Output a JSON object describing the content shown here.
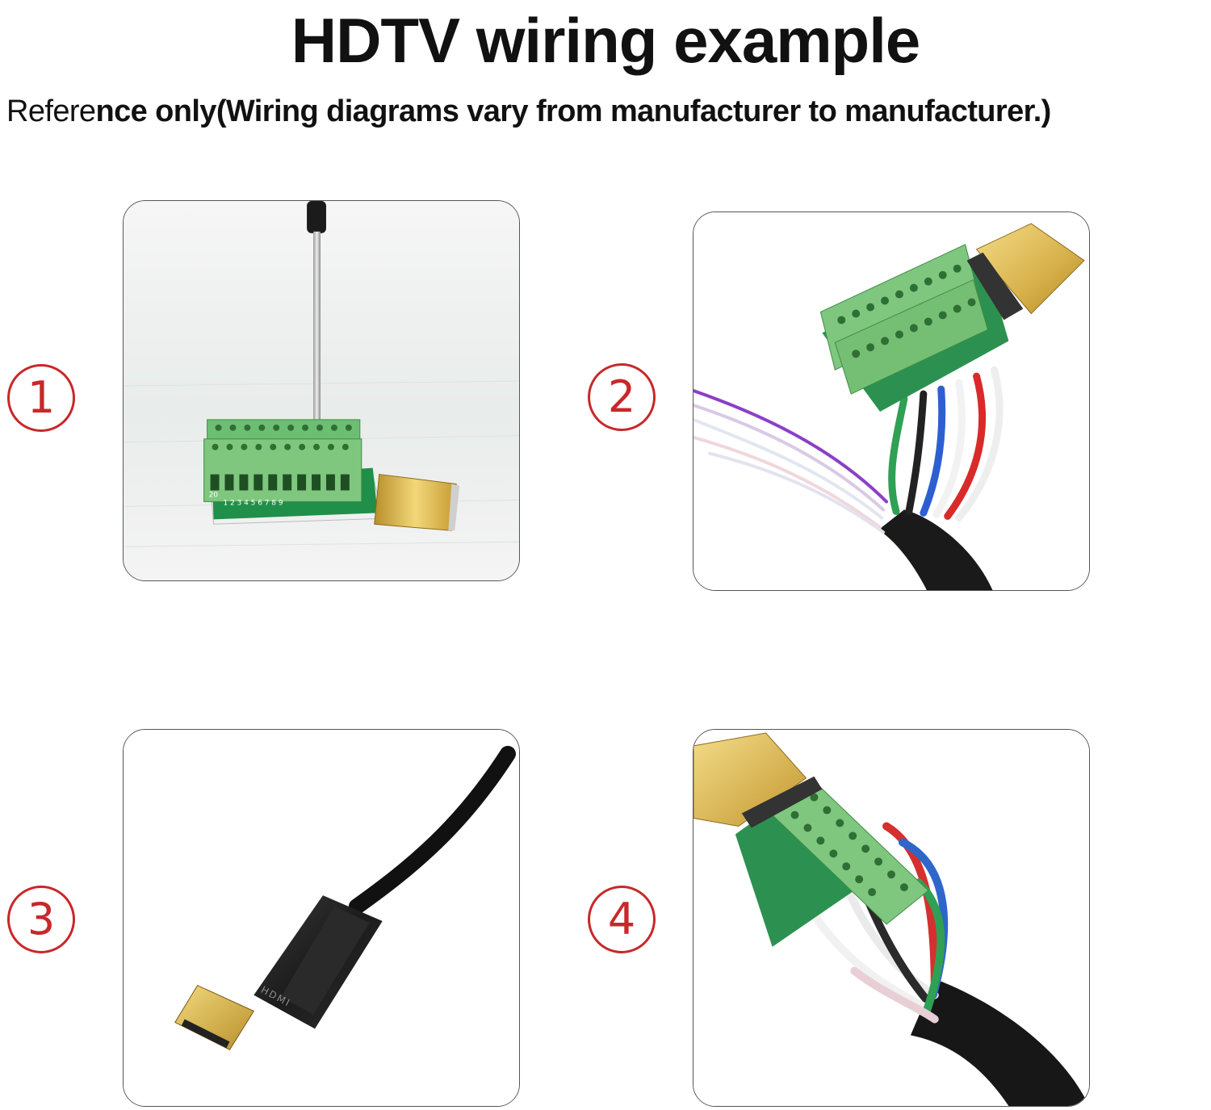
{
  "title": "HDTV wiring example",
  "subtitle": {
    "part1": "Refere",
    "part2": "nce only(Wiring diagrams vary from manufacturer to manufacturer.)"
  },
  "steps": [
    {
      "number": "1"
    },
    {
      "number": "2"
    },
    {
      "number": "3"
    },
    {
      "number": "4"
    }
  ],
  "board_labels": {
    "pin_start": "20",
    "pin_row": "1 2 3 4 5 6 7 8 9"
  },
  "colors": {
    "step_red": "#c8282a",
    "terminal_green": "#7fc77f",
    "connector_gold": "#d9b64a",
    "cable_black": "#1a1a1a"
  }
}
